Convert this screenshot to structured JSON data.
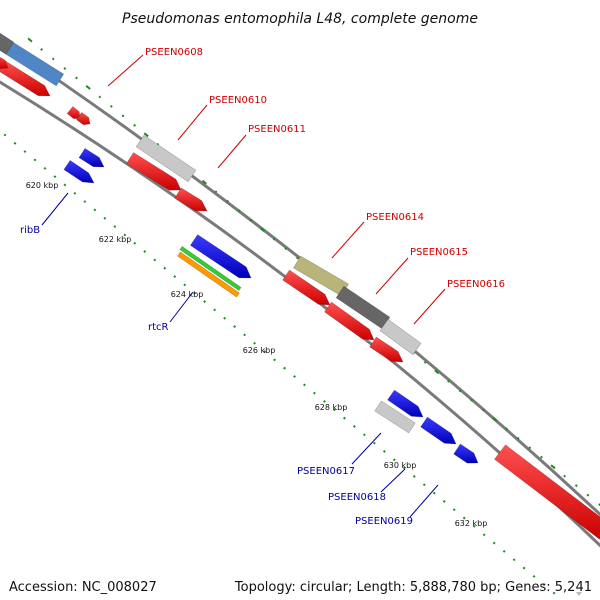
{
  "title": "Pseudomonas entomophila L48, complete genome",
  "footer": {
    "accession": "Accession: NC_008027",
    "topology": "Topology: circular; Length: 5,888,780 bp; Genes: 5,241"
  },
  "colors": {
    "backbone": "#7a7a7a",
    "tick_dots": "#1e8a1e",
    "forward_gene": "#0000ff",
    "reverse_gene": "#ff0000",
    "label_red": "#cc0000",
    "label_blue": "#000099",
    "other_gene": "#c8c8c8",
    "dark_gene": "#666666",
    "olive_gene": "#b8b47a",
    "steel_gene": "#4f86c6",
    "green_gene": "#33cc33",
    "orange_gene": "#ff9900"
  },
  "scale_labels": [
    "620 kbp",
    "622 kbp",
    "624 kbp",
    "626 kbp",
    "628 kbp",
    "630 kbp",
    "632 kbp"
  ],
  "gene_labels_upper": [
    "PSEEN0608",
    "PSEEN0610",
    "PSEEN0611",
    "PSEEN0614",
    "PSEEN0615",
    "PSEEN0616"
  ],
  "gene_labels_lower": [
    "ribB",
    "rtcR",
    "PSEEN0617",
    "PSEEN0618",
    "PSEEN0619"
  ]
}
